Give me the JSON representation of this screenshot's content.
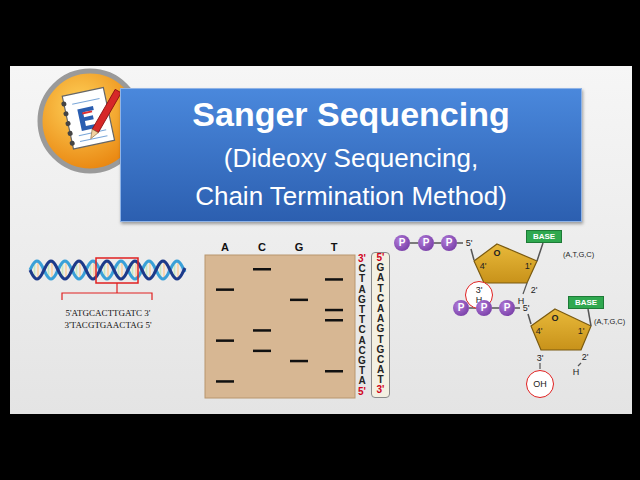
{
  "diagram": {
    "nodes": [
      {
        "text": [
          "Sanger Sequencing",
          "(Dideoxy Sequencing, Chain Termination Method)"
        ]
      },
      {
        "text": [
          "5'",
          "G",
          "A",
          "T",
          "C",
          "A",
          "A",
          "G",
          "T",
          "G",
          "C",
          "A",
          "T",
          "3'"
        ]
      },
      {
        "text": [
          "P"
        ]
      },
      {
        "text": [
          "P"
        ]
      },
      {
        "text": [
          "P"
        ]
      },
      {
        "text": [
          "BASE"
        ]
      },
      {
        "text": [
          "3'",
          "H"
        ]
      },
      {
        "text": [
          "P"
        ]
      },
      {
        "text": [
          "P"
        ]
      },
      {
        "text": [
          "P"
        ]
      },
      {
        "text": [
          "BASE"
        ]
      },
      {
        "text": [
          "OH"
        ]
      }
    ],
    "labels": [
      "5'ATGCACTTGATC 3'",
      "3'TACGTGAACTAG 5'",
      "A",
      "C",
      "G",
      "T",
      "3'",
      "C",
      "T",
      "A",
      "G",
      "T",
      "T",
      "C",
      "A",
      "C",
      "G",
      "T",
      "A",
      "5'",
      "5'",
      "O",
      "(A,T,G,C)",
      "4'",
      "1'",
      "2'",
      "H",
      "5'",
      "O",
      "(A,T,G,C)",
      "4'",
      "1'",
      "3'",
      "2'",
      "H"
    ]
  }
}
